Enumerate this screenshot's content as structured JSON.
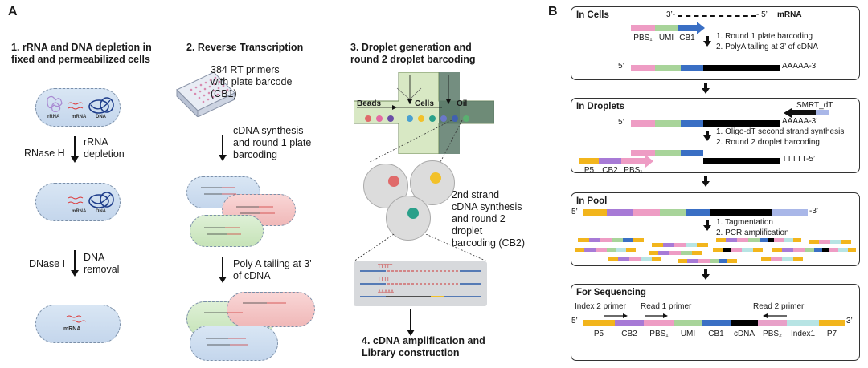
{
  "panel_a": {
    "letter": "A",
    "step1": {
      "title_line1": "1. rRNA and DNA depletion in",
      "title_line2": "fixed and permeabilized cells",
      "cell1_labels": {
        "rrna": "rRNA",
        "mrna": "mRNA",
        "dna": "DNA"
      },
      "rnaseh_label": "RNase H",
      "rnaseh_desc_line1": "rRNA",
      "rnaseh_desc_line2": "depletion",
      "cell2_labels": {
        "mrna": "mRNA",
        "dna": "DNA"
      },
      "dnase_label": "DNase I",
      "dnase_desc_line1": "DNA",
      "dnase_desc_line2": "removal",
      "cell3_label": "mRNA"
    },
    "step2": {
      "title": "2. Reverse Transcription",
      "plate_desc_line1": "384 RT primers",
      "plate_desc_line2": "with plate barcode",
      "plate_desc_line3": "(CB1)",
      "synth_line1": "cDNA synthesis",
      "synth_line2": "and round 1 plate",
      "synth_line3": "barcoding",
      "polya_line1": "Poly A tailing at 3'",
      "polya_line2": "of cDNA"
    },
    "step3": {
      "title_line1": "3. Droplet generation and",
      "title_line2": "round 2 droplet barcoding",
      "beads_label": "Beads",
      "cells_label": "Cells",
      "oil_label": "Oil",
      "desc_line1": "2nd strand",
      "desc_line2": "cDNA synthesis",
      "desc_line3": "and round 2",
      "desc_line4": "droplet",
      "desc_line5": "barcoding (CB2)",
      "seq_labels": [
        "TTTTT",
        "TTTTT",
        "AAAAA"
      ]
    },
    "step4": {
      "title_line1": "4. cDNA amplification and",
      "title_line2": "Library construction"
    }
  },
  "panel_b": {
    "letter": "B",
    "in_cells": {
      "title": "In Cells",
      "mrna_3prime": "3’-",
      "mrna_5prime": "- 5’",
      "mrna_label": "mRNA",
      "pbs1": "PBS₁",
      "umi": "UMI",
      "cb1": "CB1",
      "step1": "1. Round 1 plate barcoding",
      "step2": "2. PolyA tailing at 3’ of cDNA",
      "strand_5prime": "5’",
      "strand_3prime": "AAAAA-3’"
    },
    "in_droplets": {
      "title": "In Droplets",
      "smrt": "SMRT_dT",
      "strand_5prime": "5’",
      "strand_3prime": "AAAAA-3’",
      "step1": "1. Oligo-dT second strand synthesis",
      "step2": "2. Round 2 droplet barcoding",
      "p5": "P5",
      "cb2": "CB2",
      "pbs1": "PBS₁",
      "lower_3prime": "TTTTT-5’"
    },
    "in_pool": {
      "title": "In Pool",
      "strand_5prime": "5’",
      "strand_3prime": "-3’",
      "step1": "1. Tagmentation",
      "step2": "2. PCR amplification"
    },
    "for_sequencing": {
      "title": "For Sequencing",
      "index2_primer": "Index 2 primer",
      "read1_primer": "Read 1 primer",
      "read2_primer": "Read 2 primer",
      "strand_5prime": "5’",
      "strand_3prime": "3’",
      "segments": [
        "P5",
        "CB2",
        "PBS₁",
        "UMI",
        "CB1",
        "cDNA",
        "PBS₂",
        "Index1",
        "P7"
      ]
    }
  },
  "colors": {
    "p5": "#f2b51c",
    "cb2": "#a77ad6",
    "pbs1": "#ee9cc4",
    "umi": "#a8d49a",
    "cb1": "#3a6fc4",
    "cdna": "#000000",
    "pbs2": "#e8a0c8",
    "index1": "#b7e4e4",
    "p7": "#f2b51c",
    "smrt": "#a9b7e8"
  }
}
